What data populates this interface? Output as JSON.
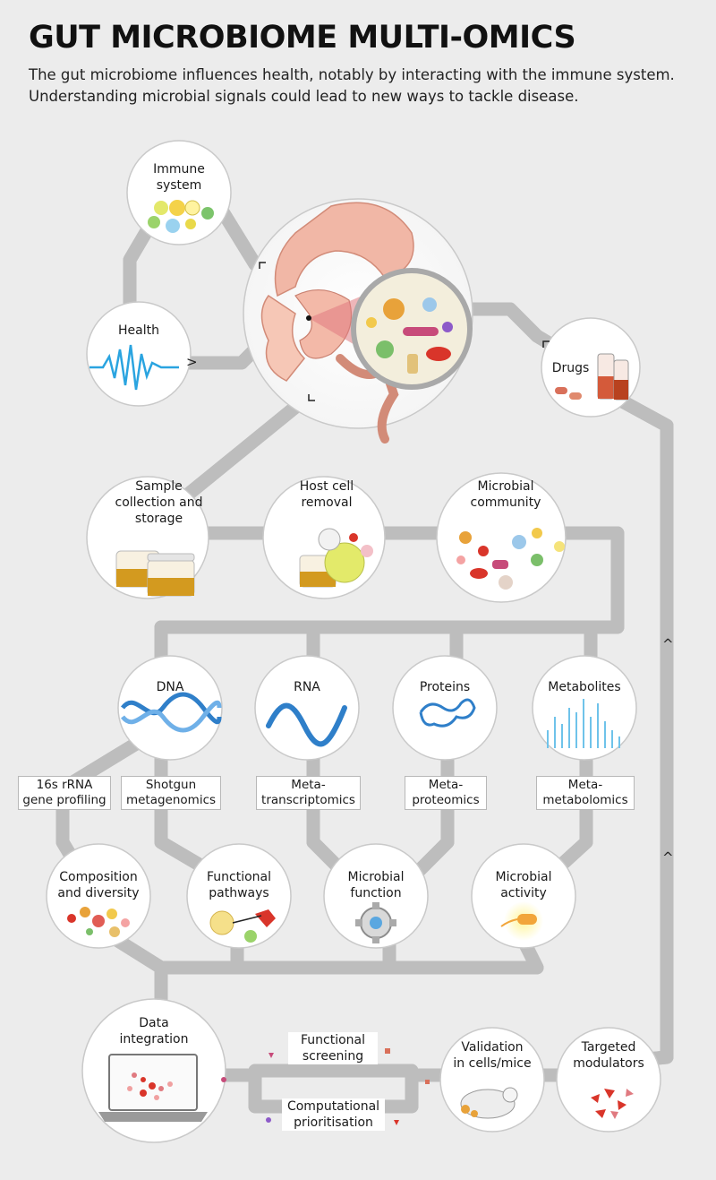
{
  "title": "GUT MICROBIOME MULTI-OMICS",
  "subtitle": "The gut microbiome influences health, notably by interacting with the immune system. Understanding microbial signals could lead to new ways to tackle disease.",
  "nodes": {
    "immune_system": "Immune\nsystem",
    "health": "Health",
    "drugs": "Drugs",
    "sample_collection": "Sample\ncollection and\nstorage",
    "host_cell_removal": "Host cell\nremoval",
    "microbial_community": "Microbial\ncommunity",
    "dna": "DNA",
    "rna": "RNA",
    "proteins": "Proteins",
    "metabolites": "Metabolites",
    "composition_diversity": "Composition\nand diversity",
    "functional_pathways": "Functional\npathways",
    "microbial_function": "Microbial\nfunction",
    "microbial_activity": "Microbial\nactivity",
    "data_integration": "Data\nintegration",
    "validation": "Validation\nin cells/mice",
    "targeted_modulators": "Targeted\nmodulators"
  },
  "methods": {
    "rrna": "16s rRNA\ngene profiling",
    "shotgun": "Shotgun\nmetagenomics",
    "metatranscriptomics": "Meta-\ntranscriptomics",
    "metaproteomics": "Meta-\nproteomics",
    "metametabolomics": "Meta-\nmetabolomics"
  },
  "screening": {
    "functional": "Functional\nscreening",
    "computational": "Computational\nprioritisation"
  },
  "arrows": {
    "right": ">",
    "up": "^"
  },
  "colors": {
    "background": "#ececec",
    "track": "#ffffff",
    "track_edge": "#bdbdbd",
    "dna": "#2f7fc9",
    "metabolite_spikes": "#6fc3ea",
    "health_wave": "#2aa4e0",
    "sample_fluid": "#d39a1f",
    "cell_red": "#d9352a",
    "gut_pink": "#f1b7a6"
  },
  "icons": [
    "immune-cells-icon",
    "heartbeat-wave-icon",
    "gut-organ-icon",
    "microbe-magnifier-icon",
    "drug-vials-icon",
    "sample-jars-icon",
    "host-cell-icon",
    "microbe-community-icon",
    "dna-helix-icon",
    "rna-strand-icon",
    "protein-fold-icon",
    "metabolite-spectrum-icon",
    "composition-dots-icon",
    "pathway-icon",
    "gear-icon",
    "microbe-glow-icon",
    "laptop-heatmap-icon",
    "mouse-icon",
    "modulator-particles-icon"
  ]
}
